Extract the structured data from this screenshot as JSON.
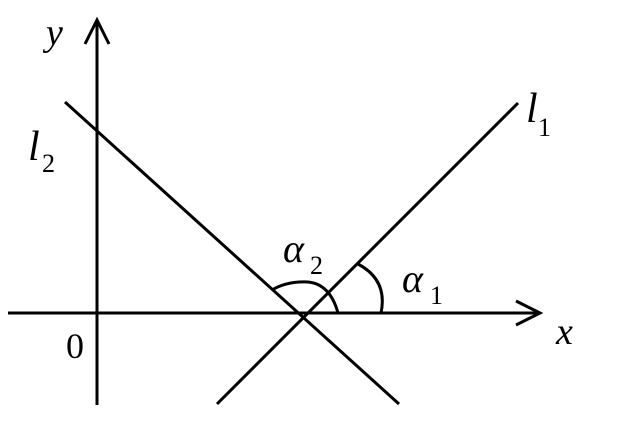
{
  "labels": {
    "y_axis": "y",
    "x_axis": "x",
    "origin": "0",
    "line1_main": "l",
    "line1_sub": "1",
    "line2_main": "l",
    "line2_sub": "2",
    "angle1_main": "α",
    "angle1_sub": "1",
    "angle2_main": "α",
    "angle2_sub": "2"
  },
  "colors": {
    "stroke": "#000000",
    "background": "#ffffff"
  }
}
